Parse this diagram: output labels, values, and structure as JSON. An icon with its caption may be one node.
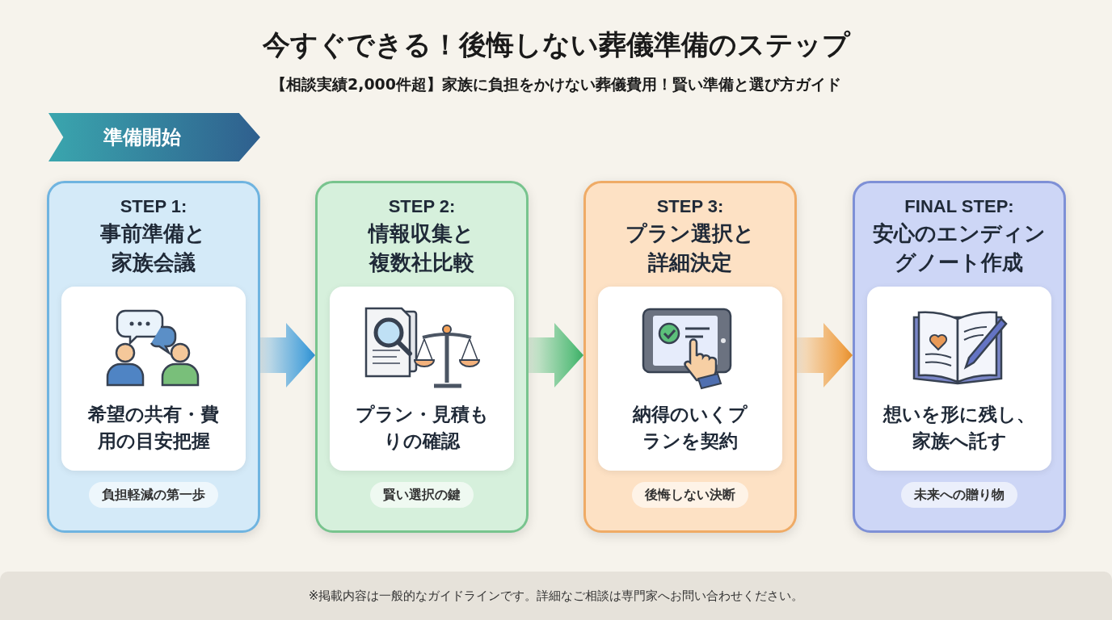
{
  "diagram": {
    "title": "今すぐできる！後悔しない葬儀準備のステップ",
    "nodes": [
      {
        "text": [
          "準備開始"
        ]
      },
      {
        "text": [
          "STEP 1:",
          "事前準備と家族会議"
        ]
      },
      {
        "text": [
          "希望の共有・費用の目安把握"
        ],
        "in": 1
      },
      {
        "text": [
          "負担軽減の第一歩"
        ],
        "in": 1
      },
      {
        "text": [
          "STEP 2:",
          "情報収集と複数社比較"
        ]
      },
      {
        "text": [
          "プラン・見積もりの確認"
        ],
        "in": 4
      },
      {
        "text": [
          "賢い選択の鍵"
        ],
        "in": 4
      },
      {
        "text": [
          "STEP 3:",
          "プラン選択と詳細決定"
        ]
      },
      {
        "text": [
          "納得のいくプランを契約"
        ],
        "in": 7
      },
      {
        "text": [
          "後悔しない決断"
        ],
        "in": 7
      },
      {
        "text": [
          "FINAL STEP:",
          "安心のエンディングノート作成"
        ]
      },
      {
        "text": [
          "想いを形に残し、家族へ託す"
        ],
        "in": 10
      },
      {
        "text": [
          "未来への贈り物"
        ],
        "in": 10
      }
    ],
    "edges": [
      {
        "from": 1,
        "to": 4,
        "arrow": "to",
        "style": "thick",
        "color": "#2f95d8"
      },
      {
        "from": 4,
        "to": 7,
        "arrow": "to",
        "style": "thick",
        "color": "#3fb56a"
      },
      {
        "from": 7,
        "to": 10,
        "arrow": "to",
        "style": "thick",
        "color": "#ee9530"
      }
    ],
    "labels": [
      "【相談実績2,000件超】家族に負担をかけない葬儀費用！賢い準備と選び方ガイド",
      "※掲載内容は一般的なガイドラインです。詳細なご相談は専門家へお問い合わせください。"
    ]
  }
}
